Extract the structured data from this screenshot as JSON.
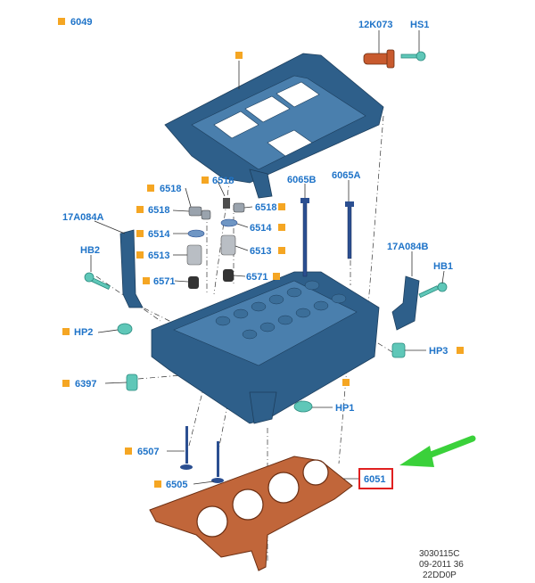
{
  "labels": {
    "top_part": "6049",
    "sensor": "12K073",
    "sensor_bolt": "HS1",
    "valve_seal_a": "6518",
    "valve_seal_b": "6518",
    "valve_seal_c": "6518",
    "valve_seal_d": "6518",
    "retainer_a": "6514",
    "retainer_b": "6514",
    "spring_a": "6513",
    "spring_b": "6513",
    "seat_a": "6571",
    "seat_b": "6571",
    "bolt_long_a": "6065B",
    "bolt_long_b": "6065A",
    "bracket_left": "17A084A",
    "bracket_right": "17A084B",
    "bolt_hb2": "HB2",
    "bolt_hb1": "HB1",
    "plug_hp2": "HP2",
    "plug_hp3": "HP3",
    "plug_hp1": "HP1",
    "part_6397": "6397",
    "valve_exhaust": "6507",
    "valve_intake": "6505",
    "gasket": "6051"
  },
  "footer": {
    "line1": "3030115C",
    "line2": "09-2011 36",
    "line3": "22DD0P"
  },
  "colors": {
    "label_blue": "#1e73c8",
    "marker_orange": "#f5a623",
    "part_blue": "#2e5f8a",
    "fitting_teal": "#5fc7b8",
    "gasket_copper": "#c1663a",
    "highlight_red": "#e02020",
    "arrow_green": "#3ad13a"
  }
}
